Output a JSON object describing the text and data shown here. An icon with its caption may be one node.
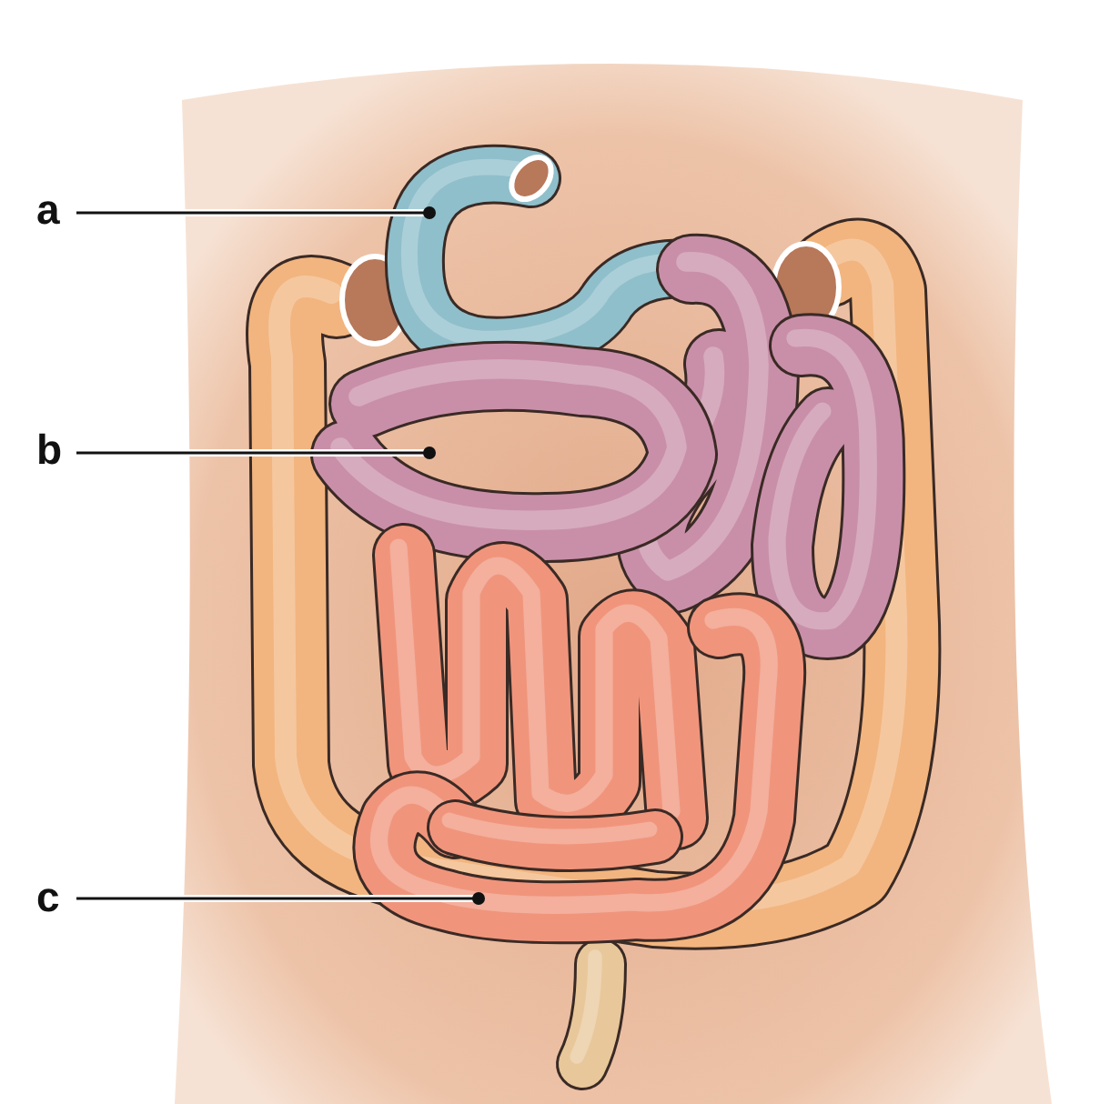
{
  "diagram": {
    "nodes": [
      {
        "text": [
          "a"
        ]
      },
      {
        "text": [
          "b"
        ]
      },
      {
        "text": [
          "c"
        ]
      },
      {
        "text": [],
        "shape": "picture"
      },
      {
        "text": [],
        "shape": "picture"
      },
      {
        "text": [],
        "shape": "picture"
      }
    ],
    "edges": [
      {
        "from": 0,
        "to": 3,
        "arrow": "other"
      },
      {
        "from": 1,
        "to": 4,
        "arrow": "other"
      },
      {
        "from": 2,
        "to": 5,
        "arrow": "other"
      }
    ]
  }
}
